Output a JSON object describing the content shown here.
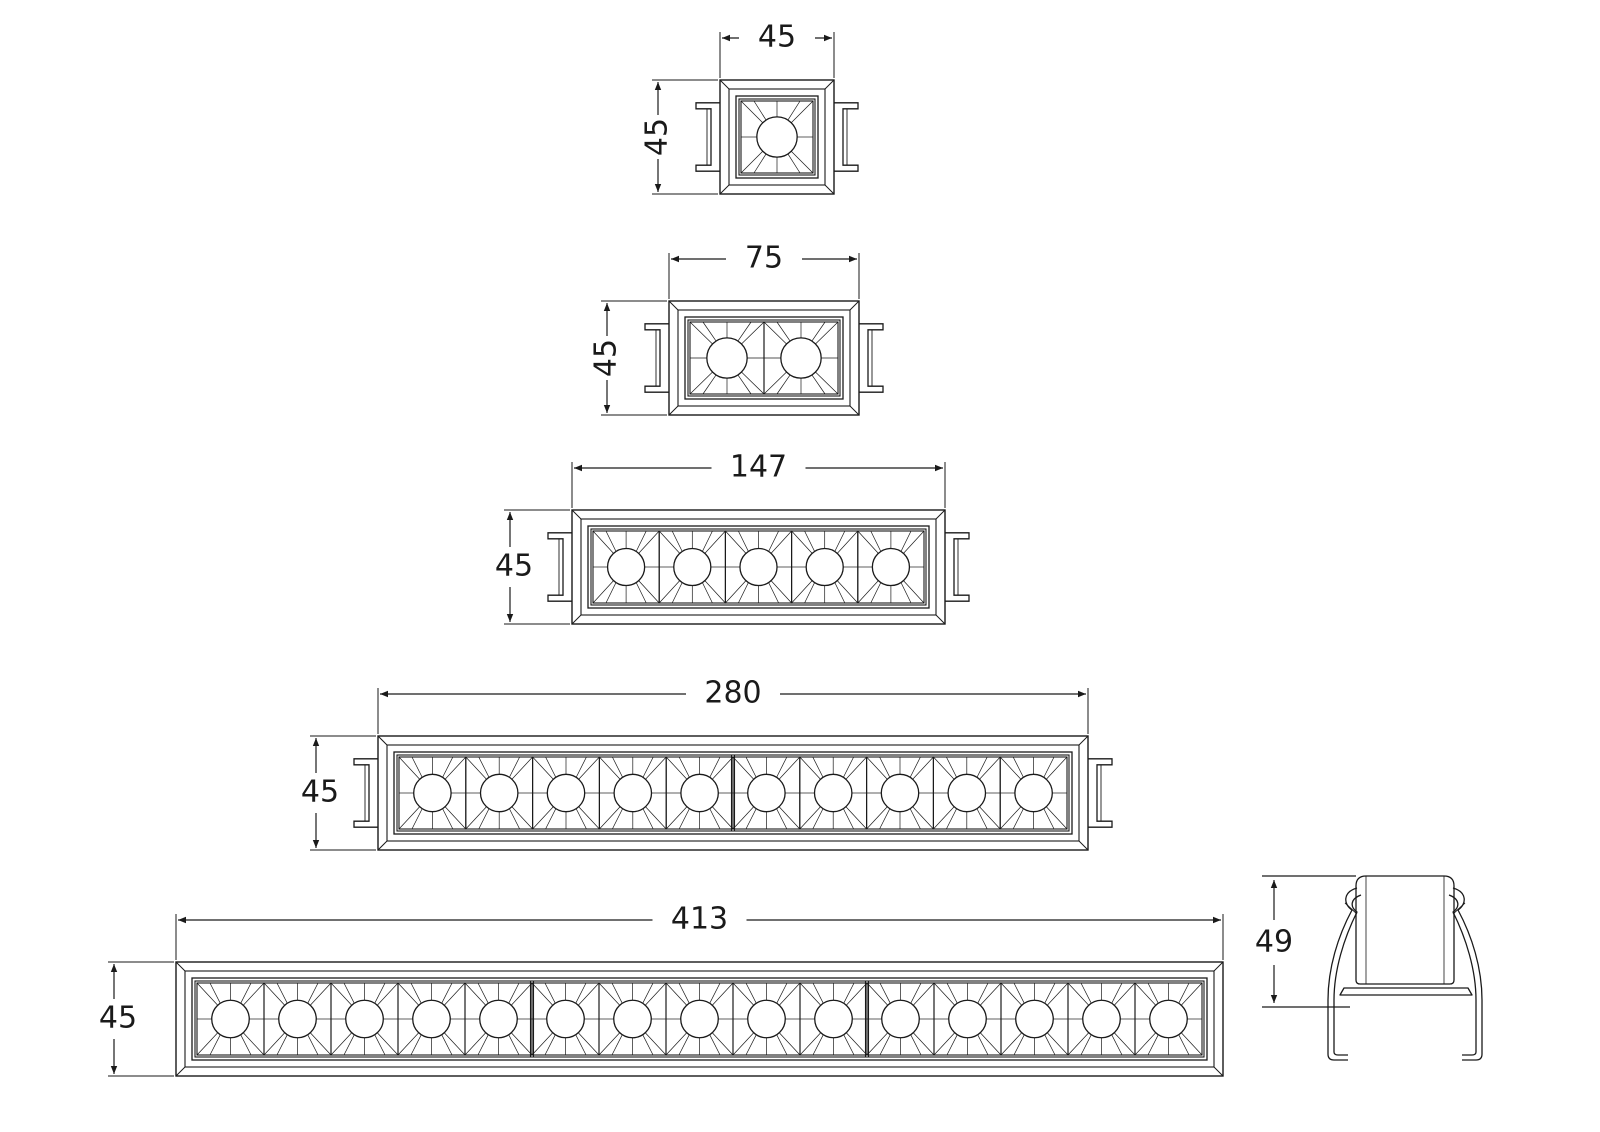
{
  "fixtures": [
    {
      "id": "1-cell",
      "cells": 1,
      "modules": 1,
      "width_label": "45",
      "height_label": "45"
    },
    {
      "id": "2-cell",
      "cells": 2,
      "modules": 1,
      "width_label": "75",
      "height_label": "45"
    },
    {
      "id": "5-cell",
      "cells": 5,
      "modules": 1,
      "width_label": "147",
      "height_label": "45"
    },
    {
      "id": "10-cell",
      "cells": 10,
      "modules": 2,
      "width_label": "280",
      "height_label": "45"
    },
    {
      "id": "15-cell",
      "cells": 15,
      "modules": 3,
      "width_label": "413",
      "height_label": "45"
    }
  ],
  "side_view": {
    "height_label": "49"
  },
  "colors": {
    "line": "#1a1a1a",
    "background": "#ffffff"
  }
}
